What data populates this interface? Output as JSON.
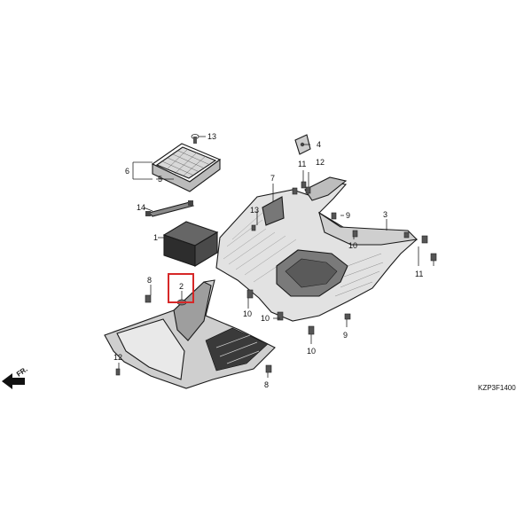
{
  "diagram": {
    "code": "KZP3F1400",
    "direction": "FR.",
    "highlight_color": "#d62828",
    "highlighted_callout": "2",
    "callouts": {
      "c1": "1",
      "c2": "2",
      "c3": "3",
      "c4": "4",
      "c5": "5",
      "c6": "6",
      "c7": "7",
      "c8": "8",
      "c9a": "9",
      "c9b": "9",
      "c10a": "10",
      "c10b": "10",
      "c10c": "10",
      "c10d": "10",
      "c11a": "11",
      "c11b": "11",
      "c12a": "12",
      "c12b": "12",
      "c13a": "13",
      "c13b": "13",
      "c14": "14"
    }
  }
}
